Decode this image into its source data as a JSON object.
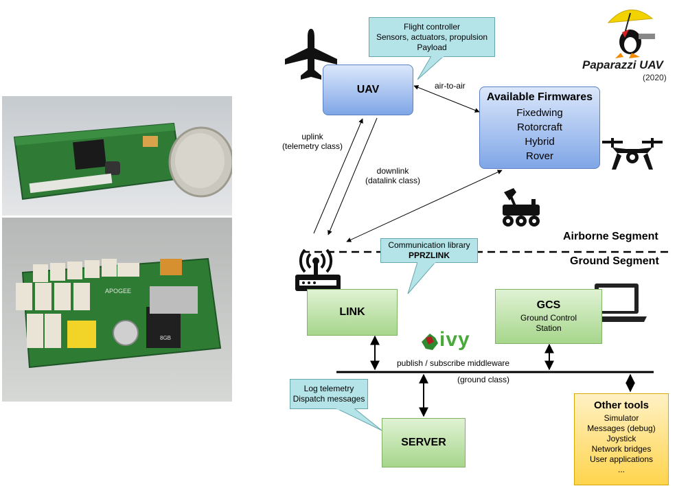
{
  "logo": {
    "title": "Paparazzi UAV",
    "year": "(2020)"
  },
  "nodes": {
    "uav": "UAV",
    "firmwares": {
      "title": "Available Firmwares",
      "items": [
        "Fixedwing",
        "Rotorcraft",
        "Hybrid",
        "Rover"
      ]
    },
    "link": "LINK",
    "gcs": {
      "title": "GCS",
      "sub1": "Ground Control",
      "sub2": "Station"
    },
    "server": "SERVER",
    "other": {
      "title": "Other tools",
      "items": [
        "Simulator",
        "Messages (debug)",
        "Joystick",
        "Network bridges",
        "User applications",
        "..."
      ]
    }
  },
  "callouts": {
    "flight": [
      "Flight controller",
      "Sensors, actuators, propulsion",
      "Payload"
    ],
    "comm": {
      "line1": "Communication library",
      "line2": "PPRZLINK"
    },
    "log": [
      "Log telemetry",
      "Dispatch messages"
    ]
  },
  "edges": {
    "air_to_air": "air-to-air",
    "uplink": "uplink",
    "uplink_class": "(telemetry class)",
    "downlink": "downlink",
    "downlink_class": "(datalink class)",
    "bus": "publish / subscribe middleware",
    "bus_class": "(ground class)"
  },
  "segments": {
    "airborne": "Airborne Segment",
    "ground": "Ground Segment"
  },
  "ivy_logo": "ivy",
  "photo_labels": {
    "brand": "APOGEE",
    "sd_card": "8GB"
  }
}
